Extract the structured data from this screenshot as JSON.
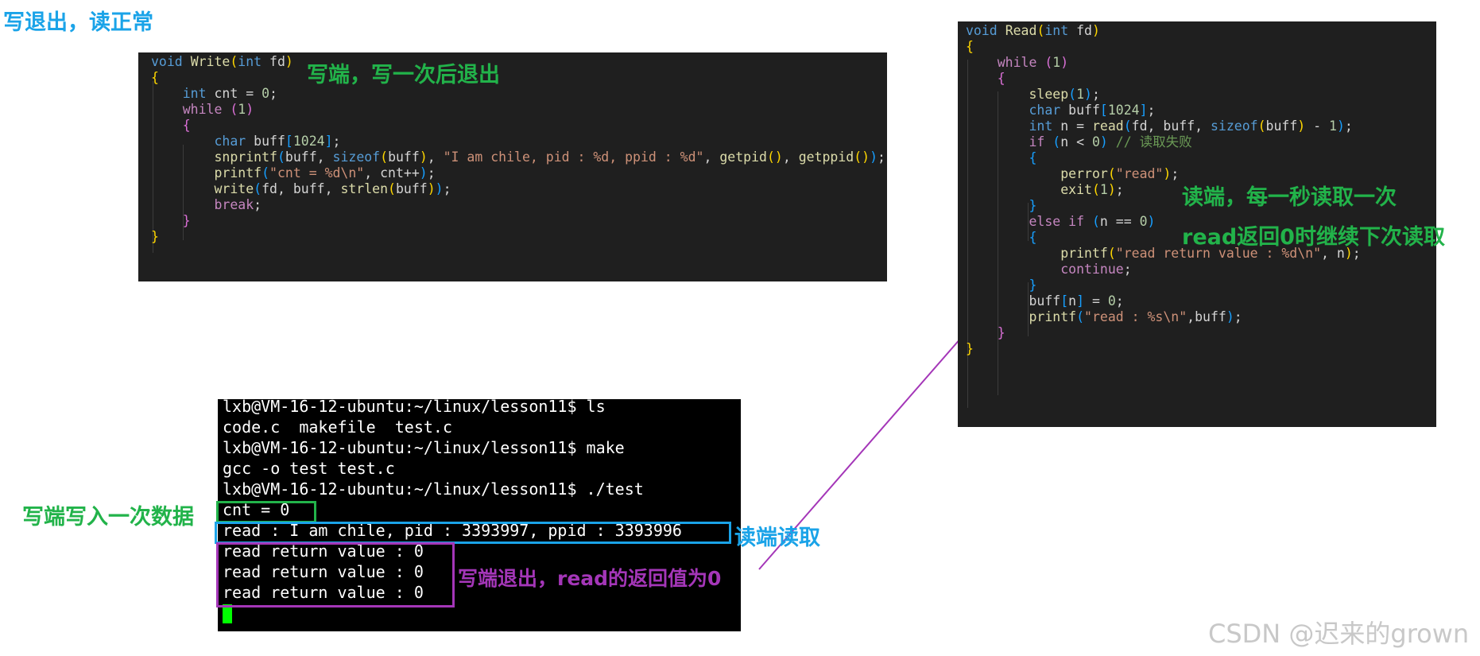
{
  "title": "写退出，读正常",
  "write_code": {
    "annotation": "写端，写一次后退出",
    "lines": [
      [
        [
          "k",
          "void"
        ],
        [
          "t",
          " "
        ],
        [
          "f",
          "Write"
        ],
        [
          "b1",
          "("
        ],
        [
          "k",
          "int"
        ],
        [
          "t",
          " fd"
        ],
        [
          "b1",
          ")"
        ]
      ],
      [
        [
          "b1",
          "{"
        ]
      ],
      [
        [
          "t",
          "    "
        ],
        [
          "k",
          "int"
        ],
        [
          "t",
          " cnt = "
        ],
        [
          "n",
          "0"
        ],
        [
          "t",
          ";"
        ]
      ],
      [
        [
          "t",
          "    "
        ],
        [
          "kc",
          "while"
        ],
        [
          "t",
          " "
        ],
        [
          "b2",
          "("
        ],
        [
          "n",
          "1"
        ],
        [
          "b2",
          ")"
        ]
      ],
      [
        [
          "t",
          "    "
        ],
        [
          "b2",
          "{"
        ]
      ],
      [
        [
          "t",
          "        "
        ],
        [
          "k",
          "char"
        ],
        [
          "t",
          " buff"
        ],
        [
          "b3",
          "["
        ],
        [
          "n",
          "1024"
        ],
        [
          "b3",
          "]"
        ],
        [
          "t",
          ";"
        ]
      ],
      [
        [
          "t",
          "        "
        ],
        [
          "f",
          "snprintf"
        ],
        [
          "b3",
          "("
        ],
        [
          "t",
          "buff, "
        ],
        [
          "k",
          "sizeof"
        ],
        [
          "b1",
          "("
        ],
        [
          "t",
          "buff"
        ],
        [
          "b1",
          ")"
        ],
        [
          "t",
          ", "
        ],
        [
          "s",
          "\"I am chile, pid : %d, ppid : %d\""
        ],
        [
          "t",
          ", "
        ],
        [
          "f",
          "getpid"
        ],
        [
          "b1",
          "()"
        ],
        [
          "t",
          ", "
        ],
        [
          "f",
          "getppid"
        ],
        [
          "b1",
          "()"
        ],
        [
          "b3",
          ")"
        ],
        [
          "t",
          ";"
        ]
      ],
      [
        [
          "t",
          "        "
        ],
        [
          "f",
          "printf"
        ],
        [
          "b3",
          "("
        ],
        [
          "s",
          "\"cnt = %d\\n\""
        ],
        [
          "t",
          ", cnt++"
        ],
        [
          "b3",
          ")"
        ],
        [
          "t",
          ";"
        ]
      ],
      [
        [
          "t",
          "        "
        ],
        [
          "f",
          "write"
        ],
        [
          "b3",
          "("
        ],
        [
          "t",
          "fd, buff, "
        ],
        [
          "f",
          "strlen"
        ],
        [
          "b1",
          "("
        ],
        [
          "t",
          "buff"
        ],
        [
          "b1",
          ")"
        ],
        [
          "b3",
          ")"
        ],
        [
          "t",
          ";"
        ]
      ],
      [
        [
          "t",
          "        "
        ],
        [
          "kc",
          "break"
        ],
        [
          "t",
          ";"
        ]
      ],
      [
        [
          "t",
          "    "
        ],
        [
          "b2",
          "}"
        ]
      ],
      [
        [
          "b1",
          "}"
        ]
      ]
    ]
  },
  "read_code": {
    "annotation_1": "读端，每一秒读取一次",
    "annotation_2": "read返回0时继续下次读取",
    "lines": [
      [
        [
          "k",
          "void"
        ],
        [
          "t",
          " "
        ],
        [
          "f",
          "Read"
        ],
        [
          "b1",
          "("
        ],
        [
          "k",
          "int"
        ],
        [
          "t",
          " fd"
        ],
        [
          "b1",
          ")"
        ]
      ],
      [
        [
          "b1",
          "{"
        ]
      ],
      [
        [
          "t",
          "    "
        ],
        [
          "kc",
          "while"
        ],
        [
          "t",
          " "
        ],
        [
          "b2",
          "("
        ],
        [
          "n",
          "1"
        ],
        [
          "b2",
          ")"
        ]
      ],
      [
        [
          "t",
          "    "
        ],
        [
          "b2",
          "{"
        ]
      ],
      [
        [
          "t",
          "        "
        ],
        [
          "f",
          "sleep"
        ],
        [
          "b3",
          "("
        ],
        [
          "n",
          "1"
        ],
        [
          "b3",
          ")"
        ],
        [
          "t",
          ";"
        ]
      ],
      [
        [
          "t",
          "        "
        ],
        [
          "k",
          "char"
        ],
        [
          "t",
          " buff"
        ],
        [
          "b3",
          "["
        ],
        [
          "n",
          "1024"
        ],
        [
          "b3",
          "]"
        ],
        [
          "t",
          ";"
        ]
      ],
      [
        [
          "t",
          "        "
        ],
        [
          "k",
          "int"
        ],
        [
          "t",
          " n = "
        ],
        [
          "f",
          "read"
        ],
        [
          "b3",
          "("
        ],
        [
          "t",
          "fd, buff, "
        ],
        [
          "k",
          "sizeof"
        ],
        [
          "b1",
          "("
        ],
        [
          "t",
          "buff"
        ],
        [
          "b1",
          ")"
        ],
        [
          "t",
          " - "
        ],
        [
          "n",
          "1"
        ],
        [
          "b3",
          ")"
        ],
        [
          "t",
          ";"
        ]
      ],
      [
        [
          "t",
          "        "
        ],
        [
          "kc",
          "if"
        ],
        [
          "t",
          " "
        ],
        [
          "b3",
          "("
        ],
        [
          "t",
          "n < "
        ],
        [
          "n",
          "0"
        ],
        [
          "b3",
          ")"
        ],
        [
          "t",
          " "
        ],
        [
          "c",
          "// 读取失败"
        ]
      ],
      [
        [
          "t",
          "        "
        ],
        [
          "b3",
          "{"
        ]
      ],
      [
        [
          "t",
          "            "
        ],
        [
          "f",
          "perror"
        ],
        [
          "b1",
          "("
        ],
        [
          "s",
          "\"read\""
        ],
        [
          "b1",
          ")"
        ],
        [
          "t",
          ";"
        ]
      ],
      [
        [
          "t",
          "            "
        ],
        [
          "f",
          "exit"
        ],
        [
          "b1",
          "("
        ],
        [
          "n",
          "1"
        ],
        [
          "b1",
          ")"
        ],
        [
          "t",
          ";"
        ]
      ],
      [
        [
          "t",
          "        "
        ],
        [
          "b3",
          "}"
        ]
      ],
      [
        [
          "t",
          "        "
        ],
        [
          "kc",
          "else"
        ],
        [
          "t",
          " "
        ],
        [
          "kc",
          "if"
        ],
        [
          "t",
          " "
        ],
        [
          "b3",
          "("
        ],
        [
          "t",
          "n == "
        ],
        [
          "n",
          "0"
        ],
        [
          "b3",
          ")"
        ]
      ],
      [
        [
          "t",
          "        "
        ],
        [
          "b3",
          "{"
        ]
      ],
      [
        [
          "t",
          "            "
        ],
        [
          "f",
          "printf"
        ],
        [
          "b1",
          "("
        ],
        [
          "s",
          "\"read return value : %d\\n\""
        ],
        [
          "t",
          ", n"
        ],
        [
          "b1",
          ")"
        ],
        [
          "t",
          ";"
        ]
      ],
      [
        [
          "t",
          "            "
        ],
        [
          "kc",
          "continue"
        ],
        [
          "t",
          ";"
        ]
      ],
      [
        [
          "t",
          "        "
        ],
        [
          "b3",
          "}"
        ]
      ],
      [
        [
          "t",
          "        "
        ],
        [
          "t",
          "buff"
        ],
        [
          "b3",
          "["
        ],
        [
          "t",
          "n"
        ],
        [
          "b3",
          "]"
        ],
        [
          "t",
          " = "
        ],
        [
          "n",
          "0"
        ],
        [
          "t",
          ";"
        ]
      ],
      [
        [
          "t",
          "        "
        ],
        [
          "f",
          "printf"
        ],
        [
          "b3",
          "("
        ],
        [
          "s",
          "\"read : %s\\n\""
        ],
        [
          "t",
          ",buff"
        ],
        [
          "b3",
          ")"
        ],
        [
          "t",
          ";"
        ]
      ],
      [
        [
          "t",
          "    "
        ],
        [
          "b2",
          "}"
        ]
      ],
      [
        [
          "b1",
          "}"
        ]
      ]
    ]
  },
  "terminal": {
    "lines": [
      "lxb@VM-16-12-ubuntu:~/linux/lesson11$ ls",
      "code.c  makefile  test.c",
      "lxb@VM-16-12-ubuntu:~/linux/lesson11$ make",
      "gcc -o test test.c",
      "lxb@VM-16-12-ubuntu:~/linux/lesson11$ ./test",
      "cnt = 0",
      "read : I am chile, pid : 3393997, ppid : 3393996",
      "read return value : 0",
      "read return value : 0",
      "read return value : 0"
    ]
  },
  "annotations": {
    "write_once": "写端写入一次数据",
    "read_side": "读端读取",
    "write_exit": "写端退出，read的返回值为0"
  },
  "watermark": "CSDN @迟来的grown",
  "colors": {
    "title_blue": "#1aa3e8",
    "annotation_green": "#22b34a",
    "annotation_blue": "#1aa3e8",
    "annotation_purple": "#a436b8",
    "code_bg": "#1f1f1f",
    "terminal_bg": "#000000",
    "cursor_green": "#00ff00"
  }
}
